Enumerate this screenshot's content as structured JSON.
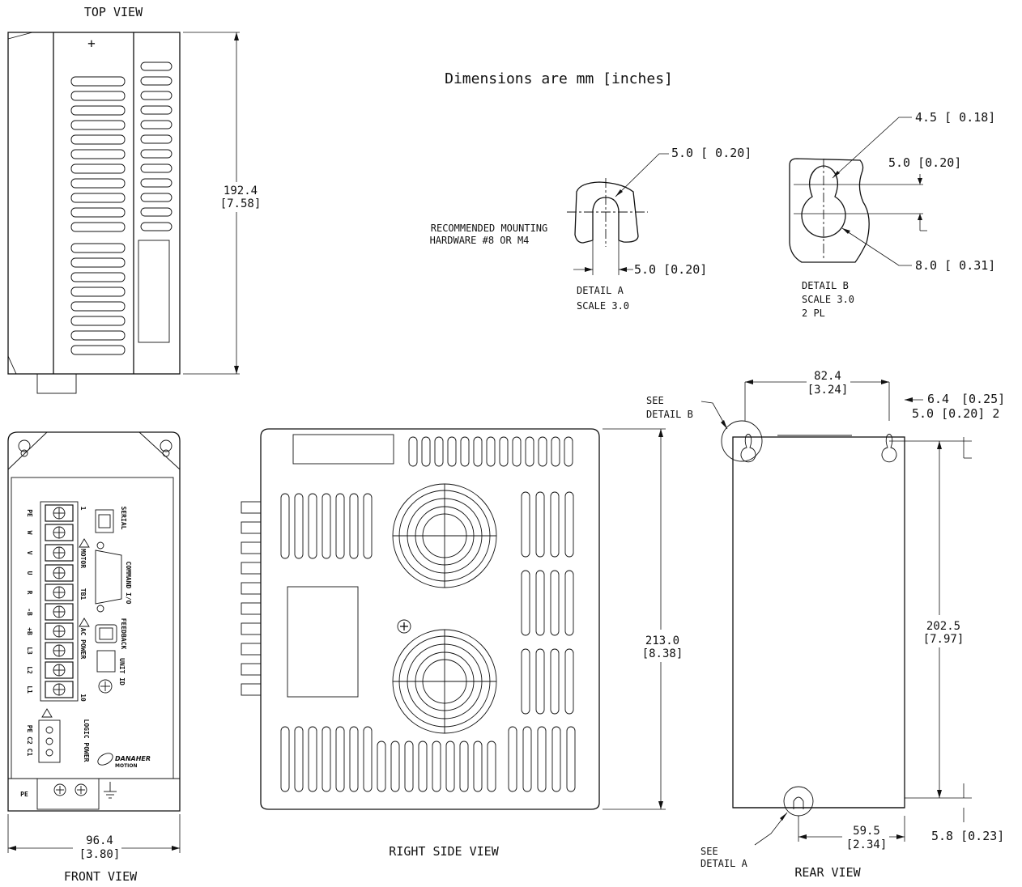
{
  "note": "Dimensions are mm [inches]",
  "views": {
    "top": {
      "title": "TOP VIEW",
      "depth_mm": "192.4",
      "depth_in": "[7.58]"
    },
    "front": {
      "title": "FRONT VIEW",
      "width_mm": "96.4",
      "width_in": "[3.80]",
      "terminal_labels": [
        "PE",
        "W",
        "V",
        "U",
        "R",
        "-B",
        "+B",
        "L3",
        "L2",
        "L1"
      ],
      "connector_labels": {
        "tb1": "TB1",
        "motor": "MOTOR",
        "ac_power": "AC POWER",
        "serial": "SERIAL",
        "command_io": "COMMAND I/O",
        "feedback": "FEEDBACK",
        "unit_id": "UNIT ID",
        "logic_power": "LOGIC POWER",
        "pin_1": "1",
        "pin_10": "10",
        "pe_bottom": "PE",
        "logic_pins": "PE C2 C1",
        "brand_line1": "DANAHER",
        "brand_line2": "MOTION"
      }
    },
    "right_side": {
      "title": "RIGHT SIDE VIEW",
      "height_mm": "213.0",
      "height_in": "[8.38]"
    },
    "rear": {
      "title": "REAR VIEW",
      "hole_spacing_mm": "82.4",
      "hole_spacing_in": "[3.24]",
      "edge_offset_mm": "6.4",
      "edge_offset_in": "[0.25]",
      "top_offset": "5.0 [0.20] 2",
      "hole_pitch_mm": "202.5",
      "hole_pitch_in": "[7.97]",
      "bottom_hole_mm": "59.5",
      "bottom_hole_in": "[2.34]",
      "bottom_offset": "5.8 [0.23]",
      "see_detail_b": [
        "SEE",
        "DETAIL B"
      ],
      "see_detail_a": [
        "SEE",
        "DETAIL A"
      ]
    }
  },
  "detail_a": {
    "title": "DETAIL  A",
    "scale": "SCALE  3.0",
    "radius": "5.0 [ 0.20]",
    "width": "5.0 [0.20]",
    "hardware": [
      "RECOMMENDED MOUNTING",
      "HARDWARE #8 OR M4"
    ]
  },
  "detail_b": {
    "title": "DETAIL  B",
    "scale": "SCALE  3.0",
    "qty": "2 PL",
    "small_dia": "4.5 [ 0.18]",
    "offset": "5.0 [0.20]",
    "large_dia": "8.0 [ 0.31]"
  }
}
